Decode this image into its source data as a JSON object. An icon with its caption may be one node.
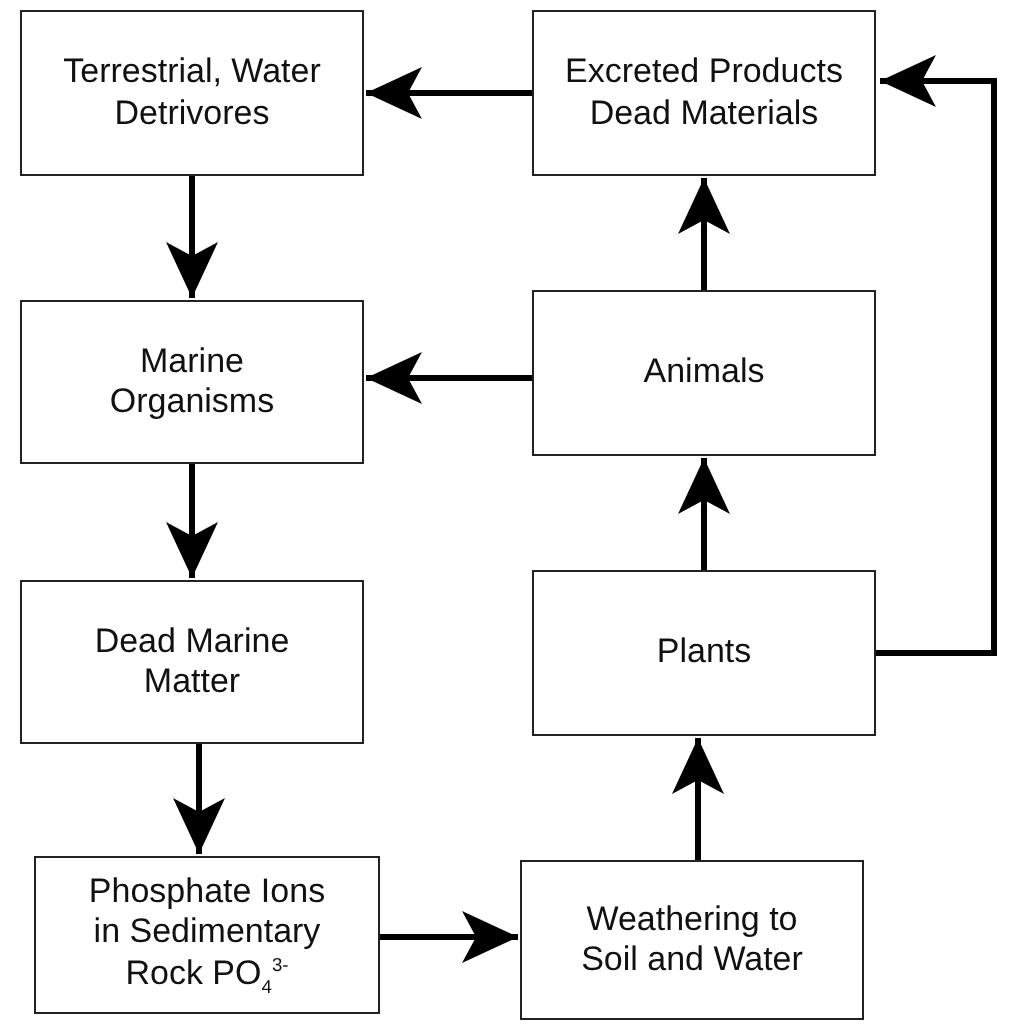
{
  "diagram": {
    "nodes": [
      {
        "text": [
          "Terrestrial, Water Detrivores"
        ]
      },
      {
        "text": [
          "Excreted Products Dead Materials"
        ]
      },
      {
        "text": [
          "Marine Organisms"
        ]
      },
      {
        "text": [
          "Animals"
        ]
      },
      {
        "text": [
          "Dead Marine Matter"
        ]
      },
      {
        "text": [
          "Plants"
        ]
      },
      {
        "text": [
          "Phosphate Ions in Sedimentary Rock PO$_{4}$$^{3-}$"
        ]
      },
      {
        "text": [
          "Weathering to Soil and Water"
        ]
      }
    ],
    "edges": [
      {
        "from": 1,
        "to": 0,
        "arrow": "to"
      },
      {
        "from": 0,
        "to": 2,
        "arrow": "to"
      },
      {
        "from": 3,
        "to": 2,
        "arrow": "to"
      },
      {
        "from": 3,
        "to": 1,
        "arrow": "to"
      },
      {
        "from": 2,
        "to": 4,
        "arrow": "to"
      },
      {
        "from": 5,
        "to": 3,
        "arrow": "to"
      },
      {
        "from": 4,
        "to": 6,
        "arrow": "to"
      },
      {
        "from": 6,
        "to": 7,
        "arrow": "to"
      },
      {
        "from": 7,
        "to": 5,
        "arrow": "to"
      },
      {
        "from": 5,
        "to": 1,
        "arrow": "to"
      }
    ]
  }
}
